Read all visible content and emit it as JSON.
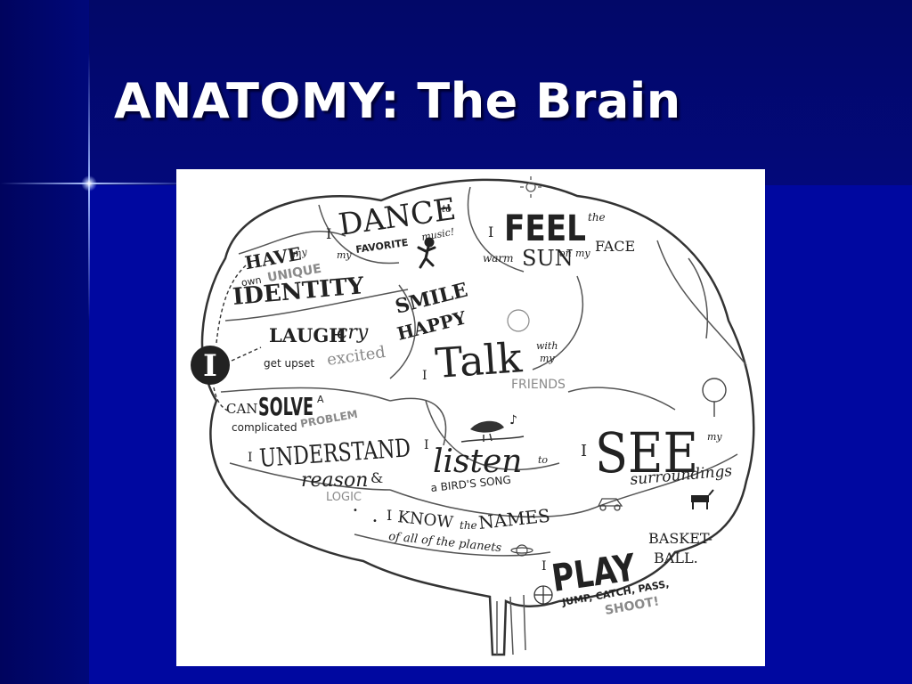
{
  "slide": {
    "title": "ANATOMY: The Brain",
    "colors": {
      "background": "#0008a0",
      "title": "#ffffff"
    }
  },
  "brain_illustration": {
    "phrases": {
      "identity": [
        "HAVE",
        "my",
        "own",
        "UNIQUE",
        "IDENTITY"
      ],
      "dance": [
        "I",
        "DANCE",
        "to",
        "my",
        "FAVORITE",
        "music!"
      ],
      "feel": [
        "I",
        "FEEL",
        "the",
        "warm",
        "SUN",
        "on",
        "my",
        "FACE"
      ],
      "emotions": [
        "LAUGH",
        "cry",
        "SMILE",
        "get upset",
        "excited",
        "HAPPY"
      ],
      "i_badge": "I",
      "talk": [
        "I",
        "Talk",
        "with",
        "my",
        "FRIENDS"
      ],
      "solve": [
        "CAN",
        "SOLVE",
        "A",
        "complicated",
        "PROBLEM"
      ],
      "understand": [
        "I",
        "UNDERSTAND",
        "reason",
        "&",
        "LOGIC"
      ],
      "listen": [
        "I",
        "listen",
        "to",
        "a BIRD'S SONG"
      ],
      "see": [
        "I",
        "SEE",
        "my",
        "surroundings"
      ],
      "know": [
        "I",
        "KNOW",
        "the",
        "NAMES",
        "of all of the planets"
      ],
      "play": [
        "I",
        "PLAY",
        "BASKET-",
        "BALL.",
        "JUMP, CATCH, PASS,",
        "SHOOT!"
      ]
    }
  }
}
